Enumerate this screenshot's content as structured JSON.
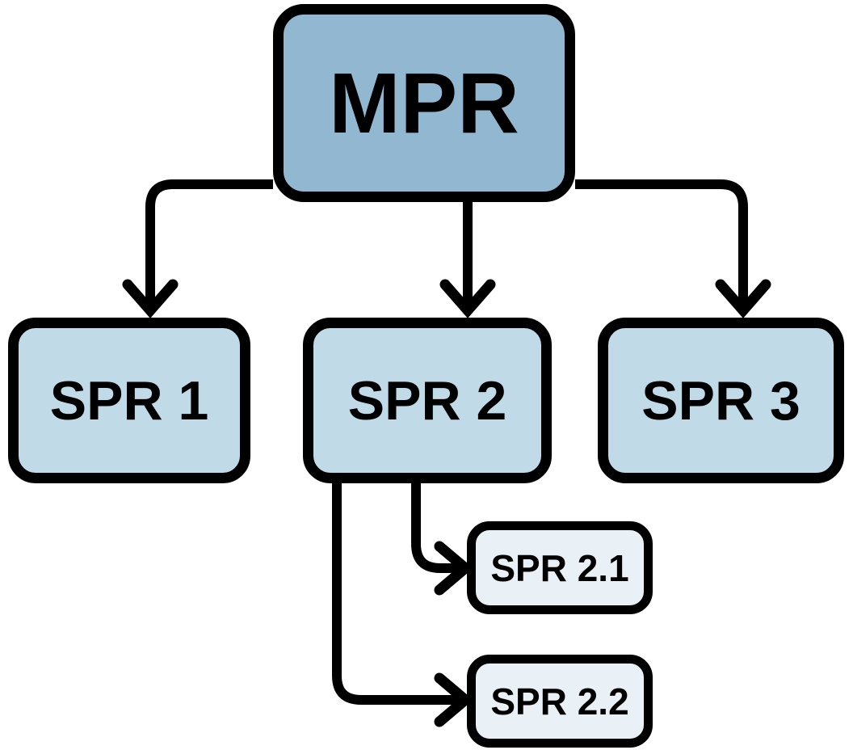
{
  "diagram": {
    "type": "hierarchy-flowchart",
    "nodes": [
      {
        "id": "mpr",
        "label": "MPR",
        "level": 0
      },
      {
        "id": "spr-1",
        "label": "SPR 1",
        "level": 1
      },
      {
        "id": "spr-2",
        "label": "SPR 2",
        "level": 1
      },
      {
        "id": "spr-3",
        "label": "SPR 3",
        "level": 1
      },
      {
        "id": "spr-2-1",
        "label": "SPR 2.1",
        "level": 2
      },
      {
        "id": "spr-2-2",
        "label": "SPR 2.2",
        "level": 2
      }
    ],
    "edges": [
      {
        "from": "MPR",
        "to": "SPR 1"
      },
      {
        "from": "MPR",
        "to": "SPR 2"
      },
      {
        "from": "MPR",
        "to": "SPR 3"
      },
      {
        "from": "SPR 2",
        "to": "SPR 2.1"
      },
      {
        "from": "SPR 2",
        "to": "SPR 2.2"
      }
    ],
    "colors": {
      "root_fill": "#92b8d1",
      "child_fill": "#c0dae8",
      "grandchild_fill": "#e9f1f7",
      "line": "#000000",
      "text": "#000000",
      "background": "#ffffff"
    }
  }
}
